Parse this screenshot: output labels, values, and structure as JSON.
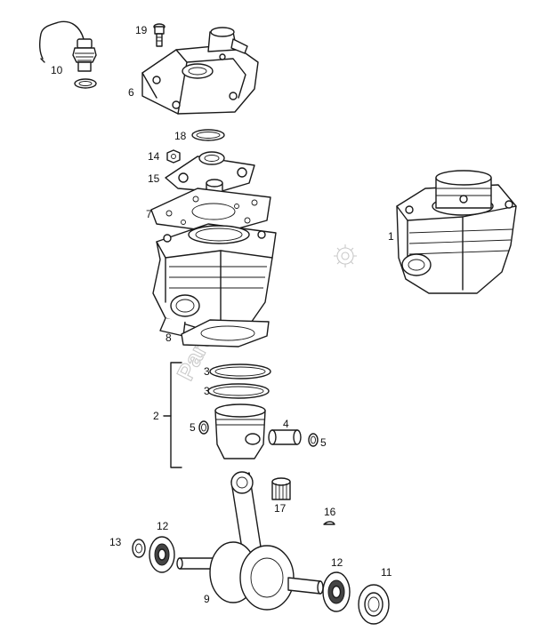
{
  "watermark": {
    "text": "PartsRepublik"
  },
  "labels": {
    "p1": "1",
    "p2": "2",
    "p3a": "3",
    "p3b": "3",
    "p4": "4",
    "p5a": "5",
    "p5b": "5",
    "p6": "6",
    "p7": "7",
    "p8": "8",
    "p9": "9",
    "p10": "10",
    "p11": "11",
    "p12a": "12",
    "p12b": "12",
    "p13": "13",
    "p14": "14",
    "p15": "15",
    "p16": "16",
    "p17": "17",
    "p18": "18",
    "p19": "19"
  }
}
